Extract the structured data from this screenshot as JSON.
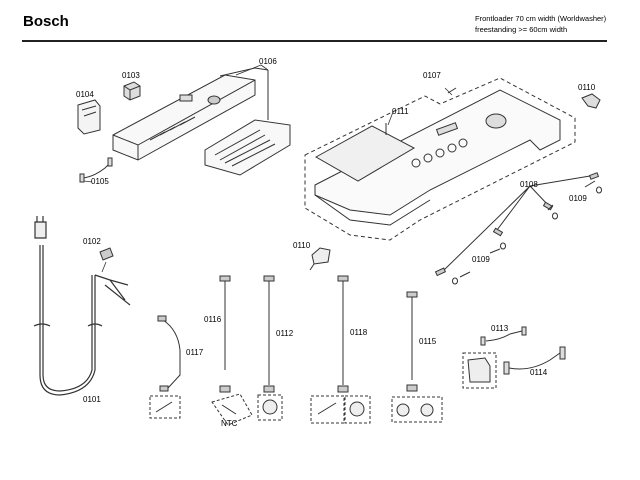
{
  "header": {
    "brand": "Bosch",
    "subtitle_line1": "Frontloader 70 cm width (Worldwasher)",
    "subtitle_line2": "freestanding >= 60cm width"
  },
  "parts": {
    "p0101": "0101",
    "p0102": "0102",
    "p0103": "0103",
    "p0104": "0104",
    "p0105": "0105",
    "p0106": "0106",
    "p0107": "0107",
    "p0108": "0108",
    "p0109a": "0109",
    "p0109b": "0109",
    "p0110a": "0110",
    "p0110b": "0110",
    "p0111": "0111",
    "p0112": "0112",
    "p0113": "0113",
    "p0114": "0114",
    "p0115": "0115",
    "p0116": "0116",
    "p0117": "0117",
    "p0118": "0118",
    "ntc": "NTC"
  }
}
